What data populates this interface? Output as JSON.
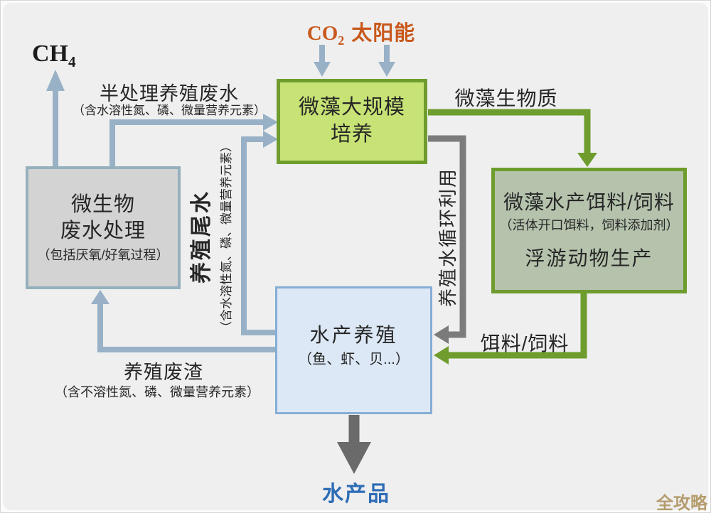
{
  "diagram": {
    "nodes": {
      "wastewater_treatment": {
        "line1": "微生物",
        "line2": "废水处理",
        "detail": "（包括厌氧/好氧过程）"
      },
      "microalgae_cultivation": {
        "line1": "微藻大规模",
        "line2": "培养"
      },
      "feed_production": {
        "title": "微藻水产饵料/饲料",
        "detail": "（活体开口饵料，饲料添加剂）",
        "title2": "浮游动物生产"
      },
      "aquaculture": {
        "title": "水产养殖",
        "detail": "（鱼、虾、贝...）"
      }
    },
    "labels": {
      "ch4_base": "CH",
      "ch4_sub": "4",
      "co2_base": "CO",
      "co2_sub": "2",
      "solar": "太阳能",
      "semi_treated_wastewater": "半处理养殖废水",
      "semi_treated_detail": "（含水溶性氮、磷、微量营养元素）",
      "microalgae_biomass": "微藻生物质",
      "aquaculture_tail_water": "养殖尾水",
      "tail_water_detail": "（含水溶性氮、磷、微量营养元素）",
      "water_recycling": "养殖水循环利用",
      "feed": "饵料/饲料",
      "aquaculture_waste_residue": "养殖废渣",
      "waste_residue_detail": "（含不溶性氮、磷、微量营养元素）",
      "aquatic_products": "水产品",
      "watermark": "全攻略"
    },
    "colors": {
      "background": "#efefef",
      "steel_arrow": "#98b1c6",
      "green_arrow": "#6e9c2d",
      "green_box_fill": "#c7e375",
      "sage_box_fill": "#b5c3ad",
      "gray_box_fill": "#d3d3d3",
      "gray_box_border": "#95b0bc",
      "blue_box_fill": "#dde8f6",
      "blue_box_border": "#85aed6",
      "gray_arrow": "#7b7b7b",
      "dark_arrow": "#6a6a6a",
      "orange_text": "#c8591d",
      "product_blue": "#2e6cb5",
      "watermark_tan": "#b59c6d"
    }
  }
}
